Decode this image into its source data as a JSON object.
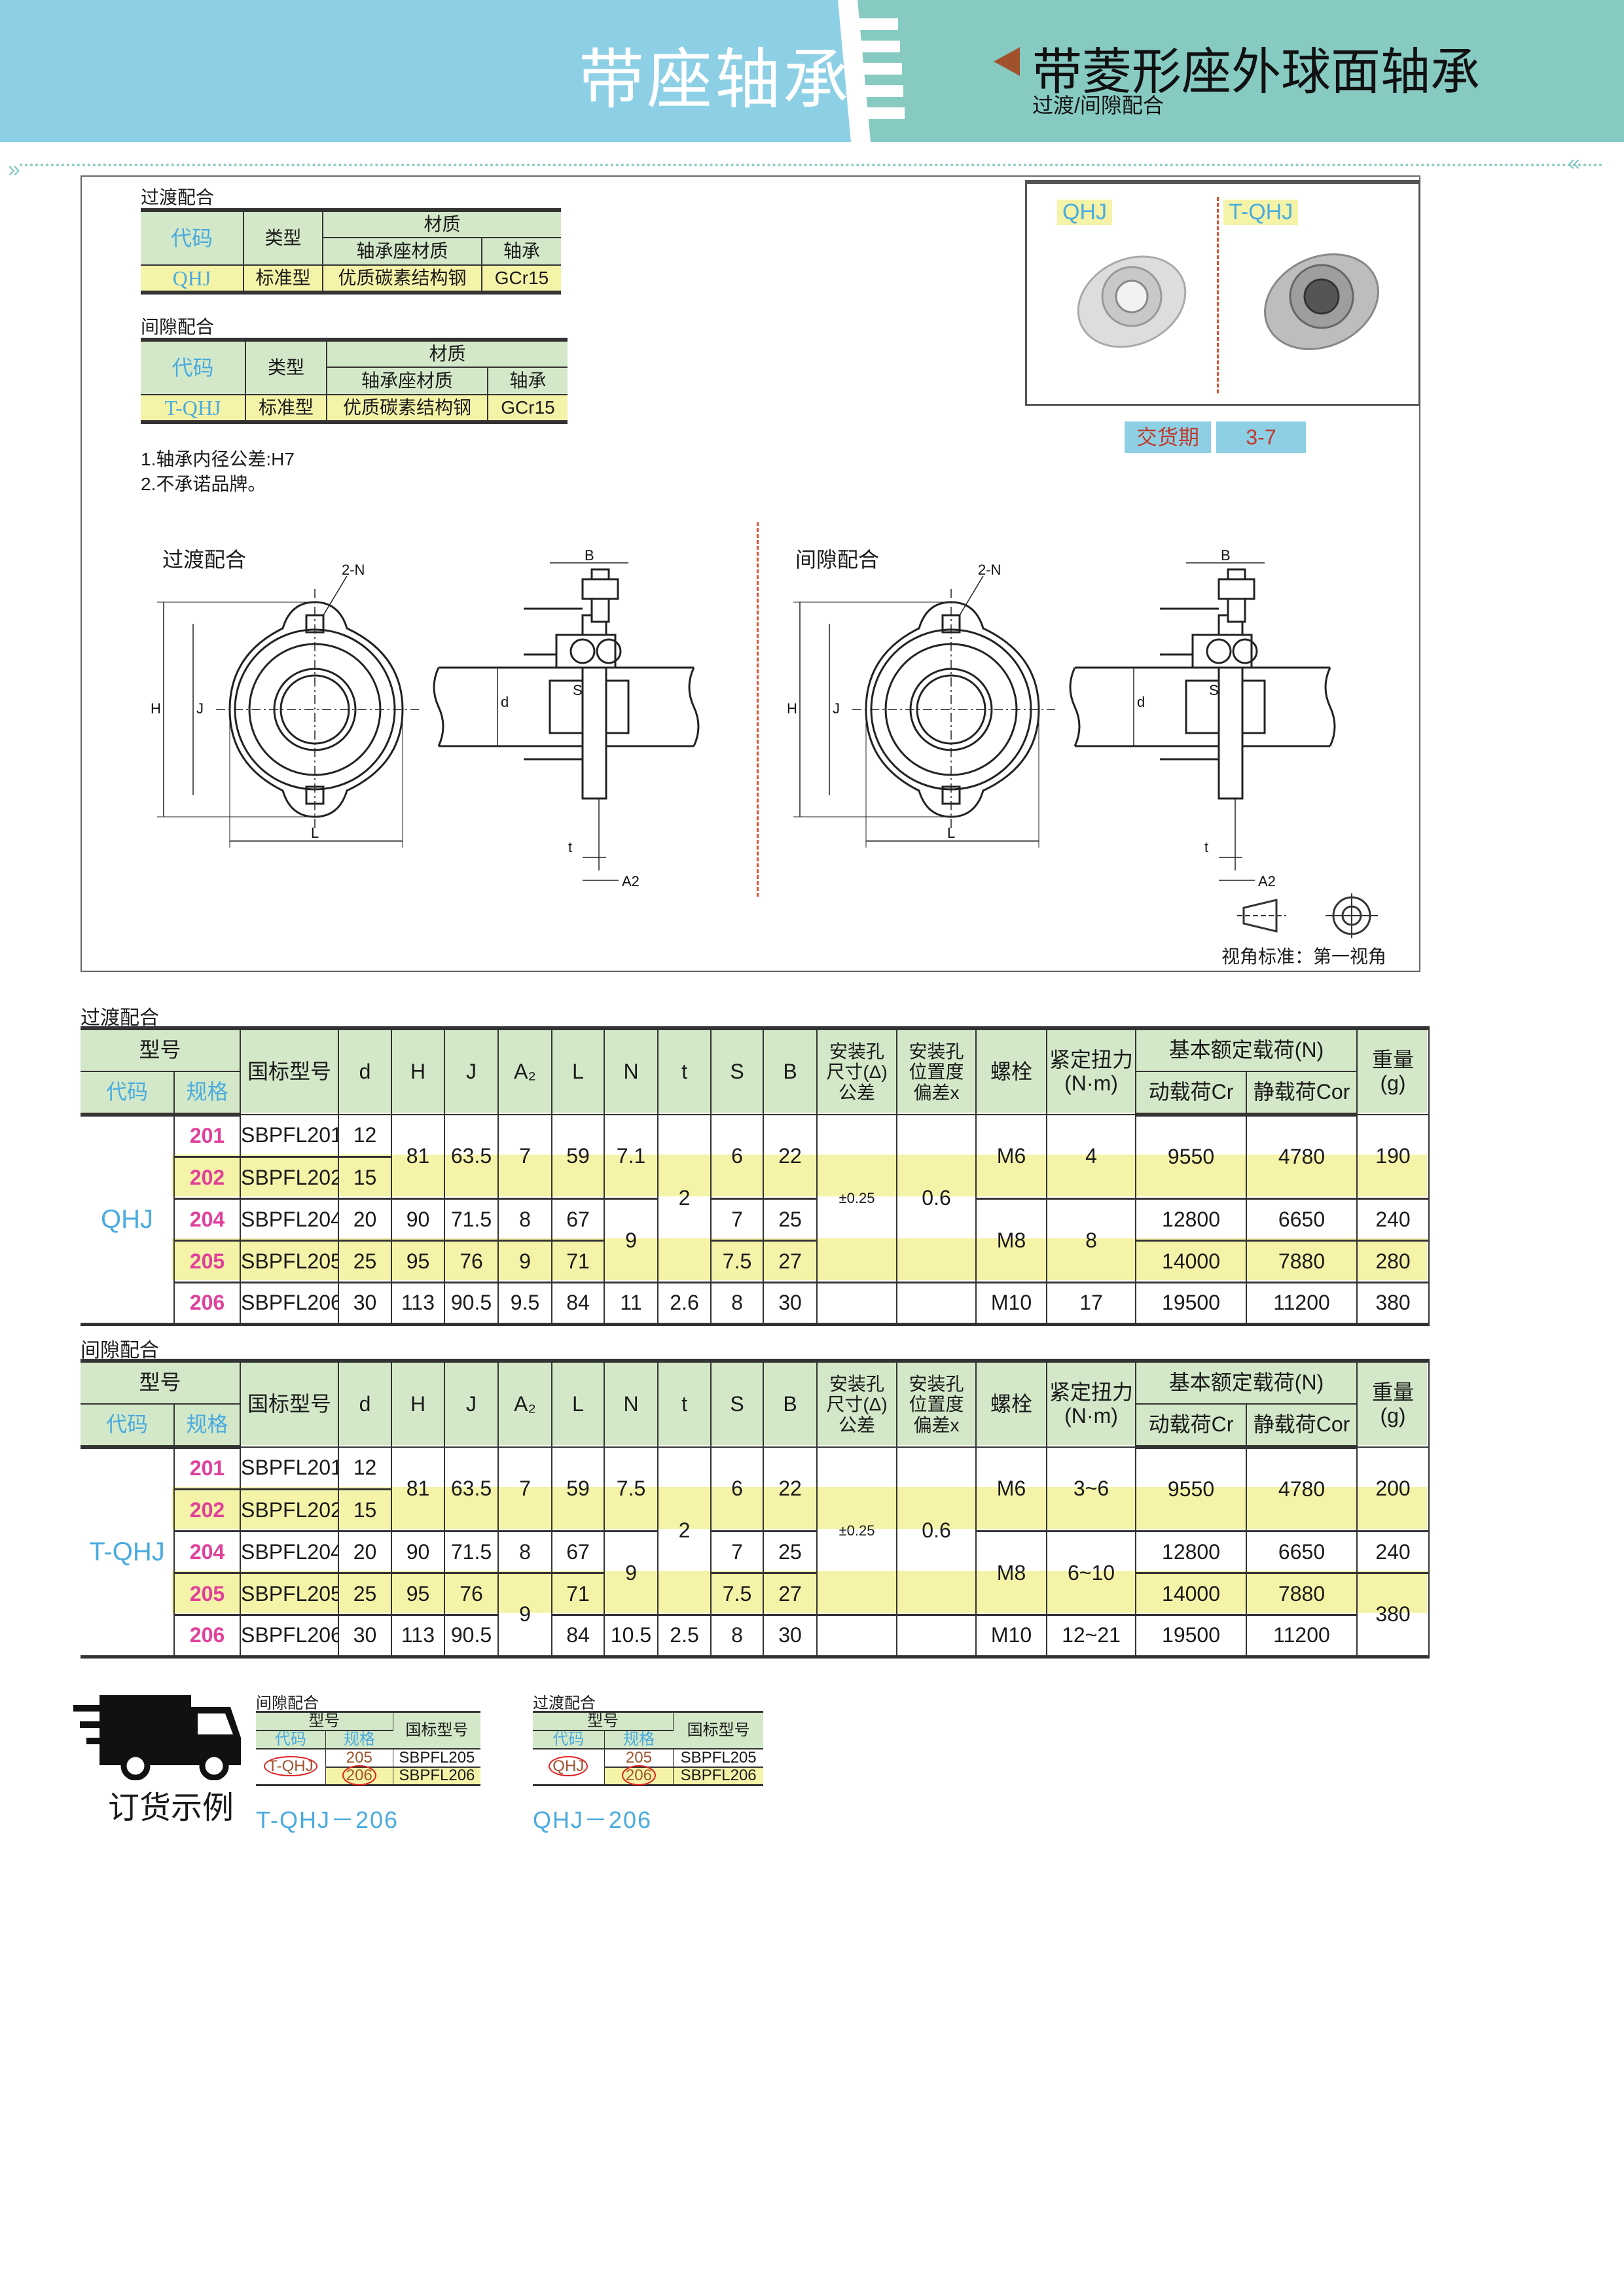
{
  "header": {
    "category": "带座轴承",
    "title": "带菱形座外球面轴承",
    "subtitle": "过渡/间隙配合"
  },
  "materials": [
    {
      "label": "过渡配合",
      "head": {
        "code": "代码",
        "type": "类型",
        "material": "材质",
        "housing": "轴承座材质",
        "bearing": "轴承"
      },
      "row": {
        "code": "QHJ",
        "type": "标准型",
        "housing": "优质碳素结构钢",
        "bearing": "GCr15"
      }
    },
    {
      "label": "间隙配合",
      "head": {
        "code": "代码",
        "type": "类型",
        "material": "材质",
        "housing": "轴承座材质",
        "bearing": "轴承"
      },
      "row": {
        "code": "T-QHJ",
        "type": "标准型",
        "housing": "优质碳素结构钢",
        "bearing": "GCr15"
      }
    }
  ],
  "notes": [
    "1.轴承内径公差:H7",
    "2.不承诺品牌。"
  ],
  "photos": {
    "left": "QHJ",
    "right": "T-QHJ"
  },
  "delivery": {
    "label": "交货期",
    "value": "3-7"
  },
  "drawings": [
    {
      "title": "过渡配合"
    },
    {
      "title": "间隙配合"
    }
  ],
  "dim_labels": {
    "n": "2-N",
    "h": "H",
    "j": "J",
    "l": "L",
    "d": "d",
    "b": "B",
    "s": "S",
    "t": "t",
    "a2": "A2"
  },
  "view_standard": "视角标准：第一视角",
  "spec_header": {
    "model": "型号",
    "code": "代码",
    "size": "规格",
    "gb": "国标型号",
    "d": "d",
    "H": "H",
    "J": "J",
    "A2": "A₂",
    "L": "L",
    "N": "N",
    "t": "t",
    "S": "S",
    "B": "B",
    "tol": "安装孔\n尺寸(Δ)\n公差",
    "pos": "安装孔\n位置度\n偏差x",
    "bolt": "螺栓",
    "torque": "紧定扭力\n(N·m)",
    "load": "基本额定载荷(N)",
    "cr": "动载荷Cr",
    "cor": "静载荷Cor",
    "weight": "重量\n(g)"
  },
  "spec_tables": [
    {
      "label": "过渡配合",
      "rows": [
        [
          {
            "t": "QHJ",
            "rs": 5,
            "c": "code"
          },
          {
            "t": "201",
            "c": "size"
          },
          {
            "t": "SBPFL201"
          },
          {
            "t": "12"
          },
          {
            "t": "81",
            "rs": 2
          },
          {
            "t": "63.5",
            "rs": 2
          },
          {
            "t": "7",
            "rs": 2
          },
          {
            "t": "59",
            "rs": 2
          },
          {
            "t": "7.1",
            "rs": 2
          },
          {
            "t": "2",
            "rs": 4
          },
          {
            "t": "6",
            "rs": 2
          },
          {
            "t": "22",
            "rs": 2
          },
          {
            "t": "±0.25",
            "rs": 4,
            "c": "small"
          },
          {
            "t": "0.6",
            "rs": 4
          },
          {
            "t": "M6",
            "rs": 2
          },
          {
            "t": "4",
            "rs": 2
          },
          {
            "t": "9550",
            "rs": 2
          },
          {
            "t": "4780",
            "rs": 2
          },
          {
            "t": "190",
            "rs": 2
          }
        ],
        [
          {
            "t": "202",
            "c": "size"
          },
          {
            "t": "SBPFL202"
          },
          {
            "t": "15"
          }
        ],
        [
          {
            "t": "204",
            "c": "size"
          },
          {
            "t": "SBPFL204"
          },
          {
            "t": "20"
          },
          {
            "t": "90"
          },
          {
            "t": "71.5"
          },
          {
            "t": "8"
          },
          {
            "t": "67"
          },
          {
            "t": "9",
            "rs": 2
          },
          {
            "t": "7"
          },
          {
            "t": "25"
          },
          {
            "t": "M8",
            "rs": 2
          },
          {
            "t": "8",
            "rs": 2
          },
          {
            "t": "12800"
          },
          {
            "t": "6650"
          },
          {
            "t": "240"
          }
        ],
        [
          {
            "t": "205",
            "c": "size"
          },
          {
            "t": "SBPFL205"
          },
          {
            "t": "25"
          },
          {
            "t": "95"
          },
          {
            "t": "76"
          },
          {
            "t": "9"
          },
          {
            "t": "71"
          },
          {
            "t": "7.5"
          },
          {
            "t": "27"
          },
          {
            "t": "14000"
          },
          {
            "t": "7880"
          },
          {
            "t": "280"
          }
        ],
        [
          {
            "t": "206",
            "c": "size"
          },
          {
            "t": "SBPFL206"
          },
          {
            "t": "30"
          },
          {
            "t": "113"
          },
          {
            "t": "90.5"
          },
          {
            "t": "9.5"
          },
          {
            "t": "84"
          },
          {
            "t": "11"
          },
          {
            "t": "2.6"
          },
          {
            "t": "8"
          },
          {
            "t": "30"
          },
          {
            "t": ""
          },
          {
            "t": ""
          },
          {
            "t": "M10"
          },
          {
            "t": "17"
          },
          {
            "t": "19500"
          },
          {
            "t": "11200"
          },
          {
            "t": "380"
          }
        ]
      ]
    },
    {
      "label": "间隙配合",
      "rows": [
        [
          {
            "t": "T-QHJ",
            "rs": 5,
            "c": "code"
          },
          {
            "t": "201",
            "c": "size"
          },
          {
            "t": "SBPFL201"
          },
          {
            "t": "12"
          },
          {
            "t": "81",
            "rs": 2
          },
          {
            "t": "63.5",
            "rs": 2
          },
          {
            "t": "7",
            "rs": 2
          },
          {
            "t": "59",
            "rs": 2
          },
          {
            "t": "7.5",
            "rs": 2
          },
          {
            "t": "2",
            "rs": 4
          },
          {
            "t": "6",
            "rs": 2
          },
          {
            "t": "22",
            "rs": 2
          },
          {
            "t": "±0.25",
            "rs": 4,
            "c": "small"
          },
          {
            "t": "0.6",
            "rs": 4
          },
          {
            "t": "M6",
            "rs": 2
          },
          {
            "t": "3~6",
            "rs": 2
          },
          {
            "t": "9550",
            "rs": 2
          },
          {
            "t": "4780",
            "rs": 2
          },
          {
            "t": "200",
            "rs": 2
          }
        ],
        [
          {
            "t": "202",
            "c": "size"
          },
          {
            "t": "SBPFL202"
          },
          {
            "t": "15"
          }
        ],
        [
          {
            "t": "204",
            "c": "size"
          },
          {
            "t": "SBPFL204"
          },
          {
            "t": "20"
          },
          {
            "t": "90"
          },
          {
            "t": "71.5"
          },
          {
            "t": "8"
          },
          {
            "t": "67"
          },
          {
            "t": "9",
            "rs": 2
          },
          {
            "t": "7"
          },
          {
            "t": "25"
          },
          {
            "t": "M8",
            "rs": 2
          },
          {
            "t": "6~10",
            "rs": 2
          },
          {
            "t": "12800"
          },
          {
            "t": "6650"
          },
          {
            "t": "240"
          }
        ],
        [
          {
            "t": "205",
            "c": "size"
          },
          {
            "t": "SBPFL205"
          },
          {
            "t": "25"
          },
          {
            "t": "95"
          },
          {
            "t": "76"
          },
          {
            "t": "9",
            "rs": 2
          },
          {
            "t": "71"
          },
          {
            "t": "7.5"
          },
          {
            "t": "27"
          },
          {
            "t": "14000"
          },
          {
            "t": "7880"
          },
          {
            "t": "380",
            "rs": 2
          }
        ],
        [
          {
            "t": "206",
            "c": "size"
          },
          {
            "t": "SBPFL206"
          },
          {
            "t": "30"
          },
          {
            "t": "113"
          },
          {
            "t": "90.5"
          },
          {
            "t": "84"
          },
          {
            "t": "10.5"
          },
          {
            "t": "2.5"
          },
          {
            "t": "8"
          },
          {
            "t": "30"
          },
          {
            "t": ""
          },
          {
            "t": ""
          },
          {
            "t": "M10"
          },
          {
            "t": "12~21"
          },
          {
            "t": "19500"
          },
          {
            "t": "11200"
          }
        ]
      ]
    }
  ],
  "order": {
    "title": "订货示例",
    "examples": [
      {
        "label": "间隙配合",
        "model": "型号",
        "code_h": "代码",
        "size_h": "规格",
        "gb_h": "国标型号",
        "code": "T-QHJ",
        "rows": [
          {
            "size": "205",
            "gb": "SBPFL205"
          },
          {
            "size": "206",
            "gb": "SBPFL206"
          }
        ],
        "result": "T-QHJ－206"
      },
      {
        "label": "过渡配合",
        "model": "型号",
        "code_h": "代码",
        "size_h": "规格",
        "gb_h": "国标型号",
        "code": "QHJ",
        "rows": [
          {
            "size": "205",
            "gb": "SBPFL205"
          },
          {
            "size": "206",
            "gb": "SBPFL206"
          }
        ],
        "result": "QHJ－206"
      }
    ]
  },
  "colors": {
    "blue": "#8DD0E6",
    "teal": "#86CAC2",
    "header_green": "#D3E8C8",
    "row_yellow": "#F5F3A8",
    "code_blue": "#4AABDF",
    "size_pink": "#E0409A"
  }
}
